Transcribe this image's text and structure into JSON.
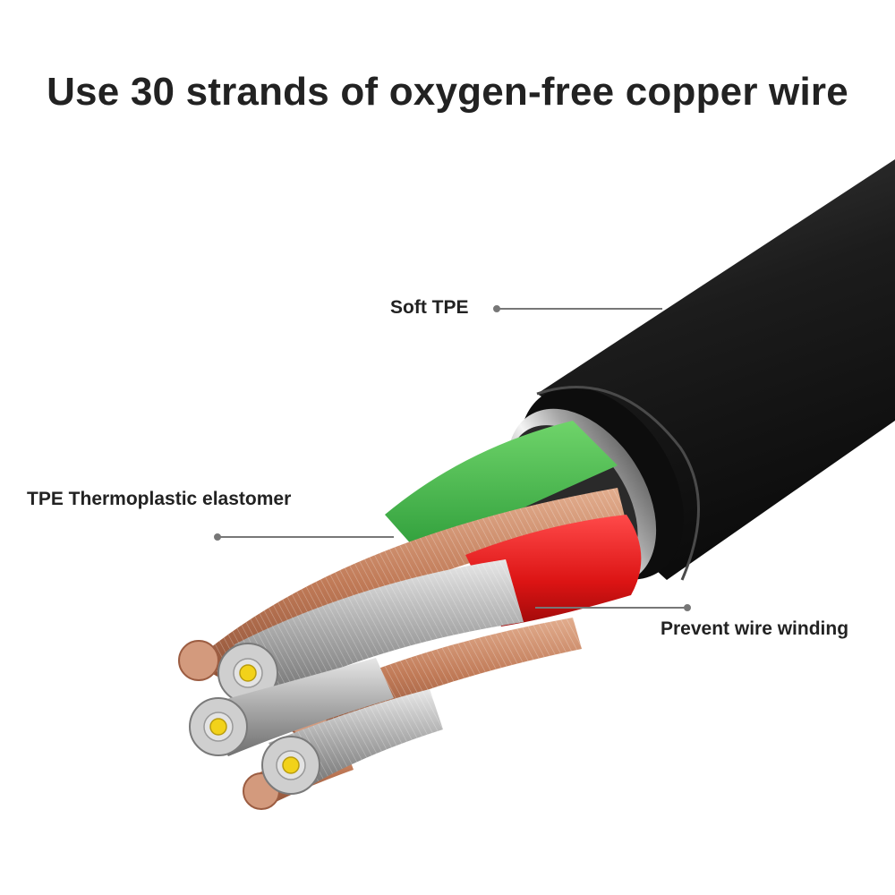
{
  "title": "Use 30 strands of oxygen-free copper wire",
  "callouts": {
    "soft_tpe": "Soft TPE",
    "tpe_elastomer": "TPE Thermoplastic elastomer",
    "prevent_winding": "Prevent wire winding"
  },
  "colors": {
    "jacket": "#1e1e1e",
    "shield": "#bfbfbf",
    "green_insulation": "#3cb54a",
    "red_insulation": "#e01818",
    "copper": "#c98b6a",
    "tinned": "#b9b9b9",
    "filler_core": "#f2d21a"
  }
}
